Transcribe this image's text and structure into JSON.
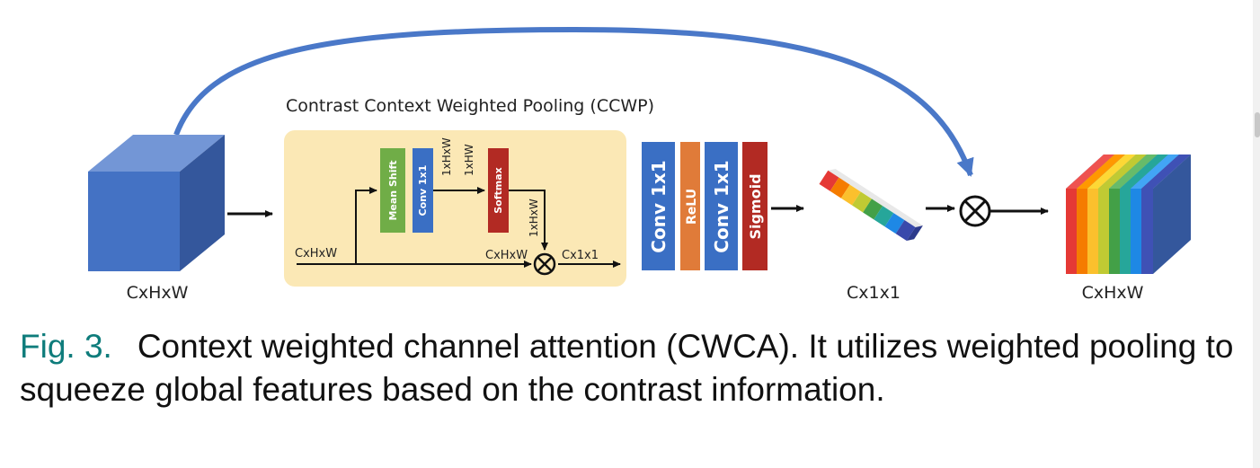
{
  "ccwp_title": "Contrast Context Weighted Pooling (CCWP)",
  "input_label": "CxHxW",
  "ccwp": {
    "blocks": [
      {
        "label": "Mean Shift",
        "color": "#70ad47"
      },
      {
        "label": "Conv 1x1",
        "color": "#3a6fc4"
      },
      {
        "label": "Softmax",
        "color": "#b22a23"
      }
    ],
    "dims": {
      "after_mean_shift_top": "1xHxW",
      "after_mean_shift_bottom": "1xHW",
      "after_softmax": "1xHxW",
      "input": "CxHxW",
      "before_multiply": "CxHxW",
      "output": "Cx1x1"
    }
  },
  "stack_blocks": [
    {
      "label": "Conv 1x1",
      "color": "#3a6fc4"
    },
    {
      "label": "ReLU",
      "color": "#e07b39"
    },
    {
      "label": "Conv 1x1",
      "color": "#3a6fc4"
    },
    {
      "label": "Sigmoid",
      "color": "#b22a23"
    }
  ],
  "vector_label": "Cx1x1",
  "output_label": "CxHxW",
  "colors": {
    "cube": "#4472c4",
    "ccwp_bg": "#fbe8b5",
    "arc": "#4a78c8",
    "caption_number": "#0e7c7b"
  },
  "caption": {
    "number": "Fig. 3.",
    "text": "Context weighted channel attention (CWCA). It utilizes weighted pooling to squeeze global features based on the contrast information."
  }
}
